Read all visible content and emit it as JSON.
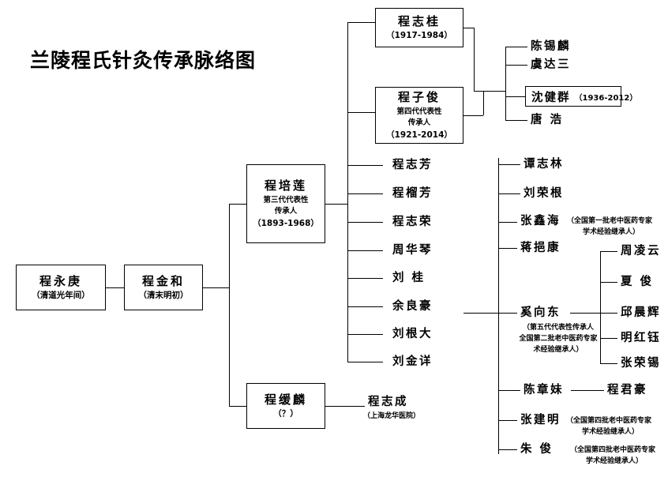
{
  "title": "兰陵程氏针灸传承脉络图",
  "generations": {
    "gen1": {
      "name": "程永庚",
      "era": "（清道光年间）"
    },
    "gen2": {
      "name": "程金和",
      "era": "（清末明初）"
    },
    "gen3": {
      "name": "程培莲",
      "role_line1": "第三代代表性",
      "role_line2": "传承人",
      "years": "（1893-1968）"
    },
    "gen3b": {
      "name": "程缓麟",
      "era": "（？）"
    },
    "gen4a": {
      "name": "程志桂",
      "years": "（1917-1984）"
    },
    "gen4b": {
      "name": "程子俊",
      "role_line1": "第四代代表性",
      "role_line2": "传承人",
      "years": "（1921-2014）"
    }
  },
  "chengzhigui_zijun_disciples": [
    {
      "name": "陈锡麟",
      "boxed": false,
      "years": ""
    },
    {
      "name": "虞达三",
      "boxed": false,
      "years": ""
    },
    {
      "name": "沈健群",
      "boxed": true,
      "years": "（1936-2012）"
    },
    {
      "name": "唐 浩",
      "boxed": false,
      "years": ""
    }
  ],
  "peilian_children": [
    {
      "name": "程志芳"
    },
    {
      "name": "程榴芳"
    },
    {
      "name": "程志荣"
    },
    {
      "name": "周华琴"
    },
    {
      "name": "刘 桂"
    },
    {
      "name": "余良豪"
    },
    {
      "name": "刘根大"
    },
    {
      "name": "刘金详"
    }
  ],
  "huanlin_disciple": {
    "name": "程志成",
    "note": "（上海龙华医院）"
  },
  "zijun_disciples": [
    {
      "name": "谭志林",
      "note": ""
    },
    {
      "name": "刘荣根",
      "note": ""
    },
    {
      "name": "张鑫海",
      "note_line1": "（全国第一批老中医药专家",
      "note_line2": "学术经验继承人）"
    },
    {
      "name": "蒋挹康",
      "note": ""
    },
    {
      "name": "奚向东",
      "note_line1": "（第五代代表性传承人",
      "note_line2": "全国第二批老中医药专家",
      "note_line3": "术经验继承人）"
    },
    {
      "name": "陈章妹",
      "note": ""
    },
    {
      "name": "张建明",
      "note_line1": "（全国第四批老中医药专家",
      "note_line2": "学术经验继承人）"
    },
    {
      "name": "朱 俊",
      "note_line1": "（全国第四批老中医药专家",
      "note_line2": "学术经验继承人）"
    }
  ],
  "xiangdong_disciples": [
    {
      "name": "周凌云"
    },
    {
      "name": "夏 俊"
    },
    {
      "name": "邱晨辉"
    },
    {
      "name": "明红钰"
    },
    {
      "name": "张荣锡"
    }
  ],
  "chenzhangmei_disciple": {
    "name": "程君豪"
  },
  "colors": {
    "line": "#000000",
    "text": "#000000",
    "background": "#ffffff"
  }
}
